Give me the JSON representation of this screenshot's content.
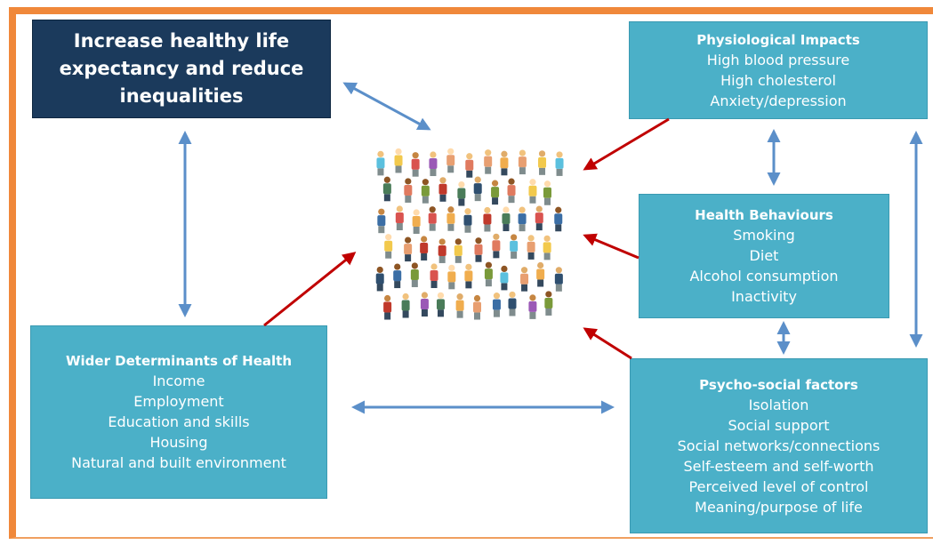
{
  "goal": {
    "title": "Increase healthy life\nexpectancy and reduce\ninequalities"
  },
  "physiological": {
    "title": "Physiological Impacts",
    "items": [
      "High blood pressure",
      "High cholesterol",
      "Anxiety/depression"
    ]
  },
  "behaviours": {
    "title": "Health Behaviours",
    "items": [
      "Smoking",
      "Diet",
      "Alcohol consumption",
      "Inactivity"
    ]
  },
  "wider": {
    "title": "Wider Determinants of Health",
    "items": [
      "Income",
      "Employment",
      "Education and skills",
      "Housing",
      "Natural and built environment"
    ]
  },
  "psycho": {
    "title": "Psycho-social factors",
    "items": [
      "Isolation",
      "Social support",
      "Social networks/connections",
      "Self-esteem and self-worth",
      "Perceived level of control",
      "Meaning/purpose of life"
    ]
  },
  "colors": {
    "teal": "#4bb0c8",
    "navy": "#1b3a5c",
    "frame": "#f0883a",
    "blue_arrow": "#5b8fc9",
    "red_arrow": "#c00000"
  },
  "icons": {
    "center": "crowd-of-people-illustration"
  }
}
